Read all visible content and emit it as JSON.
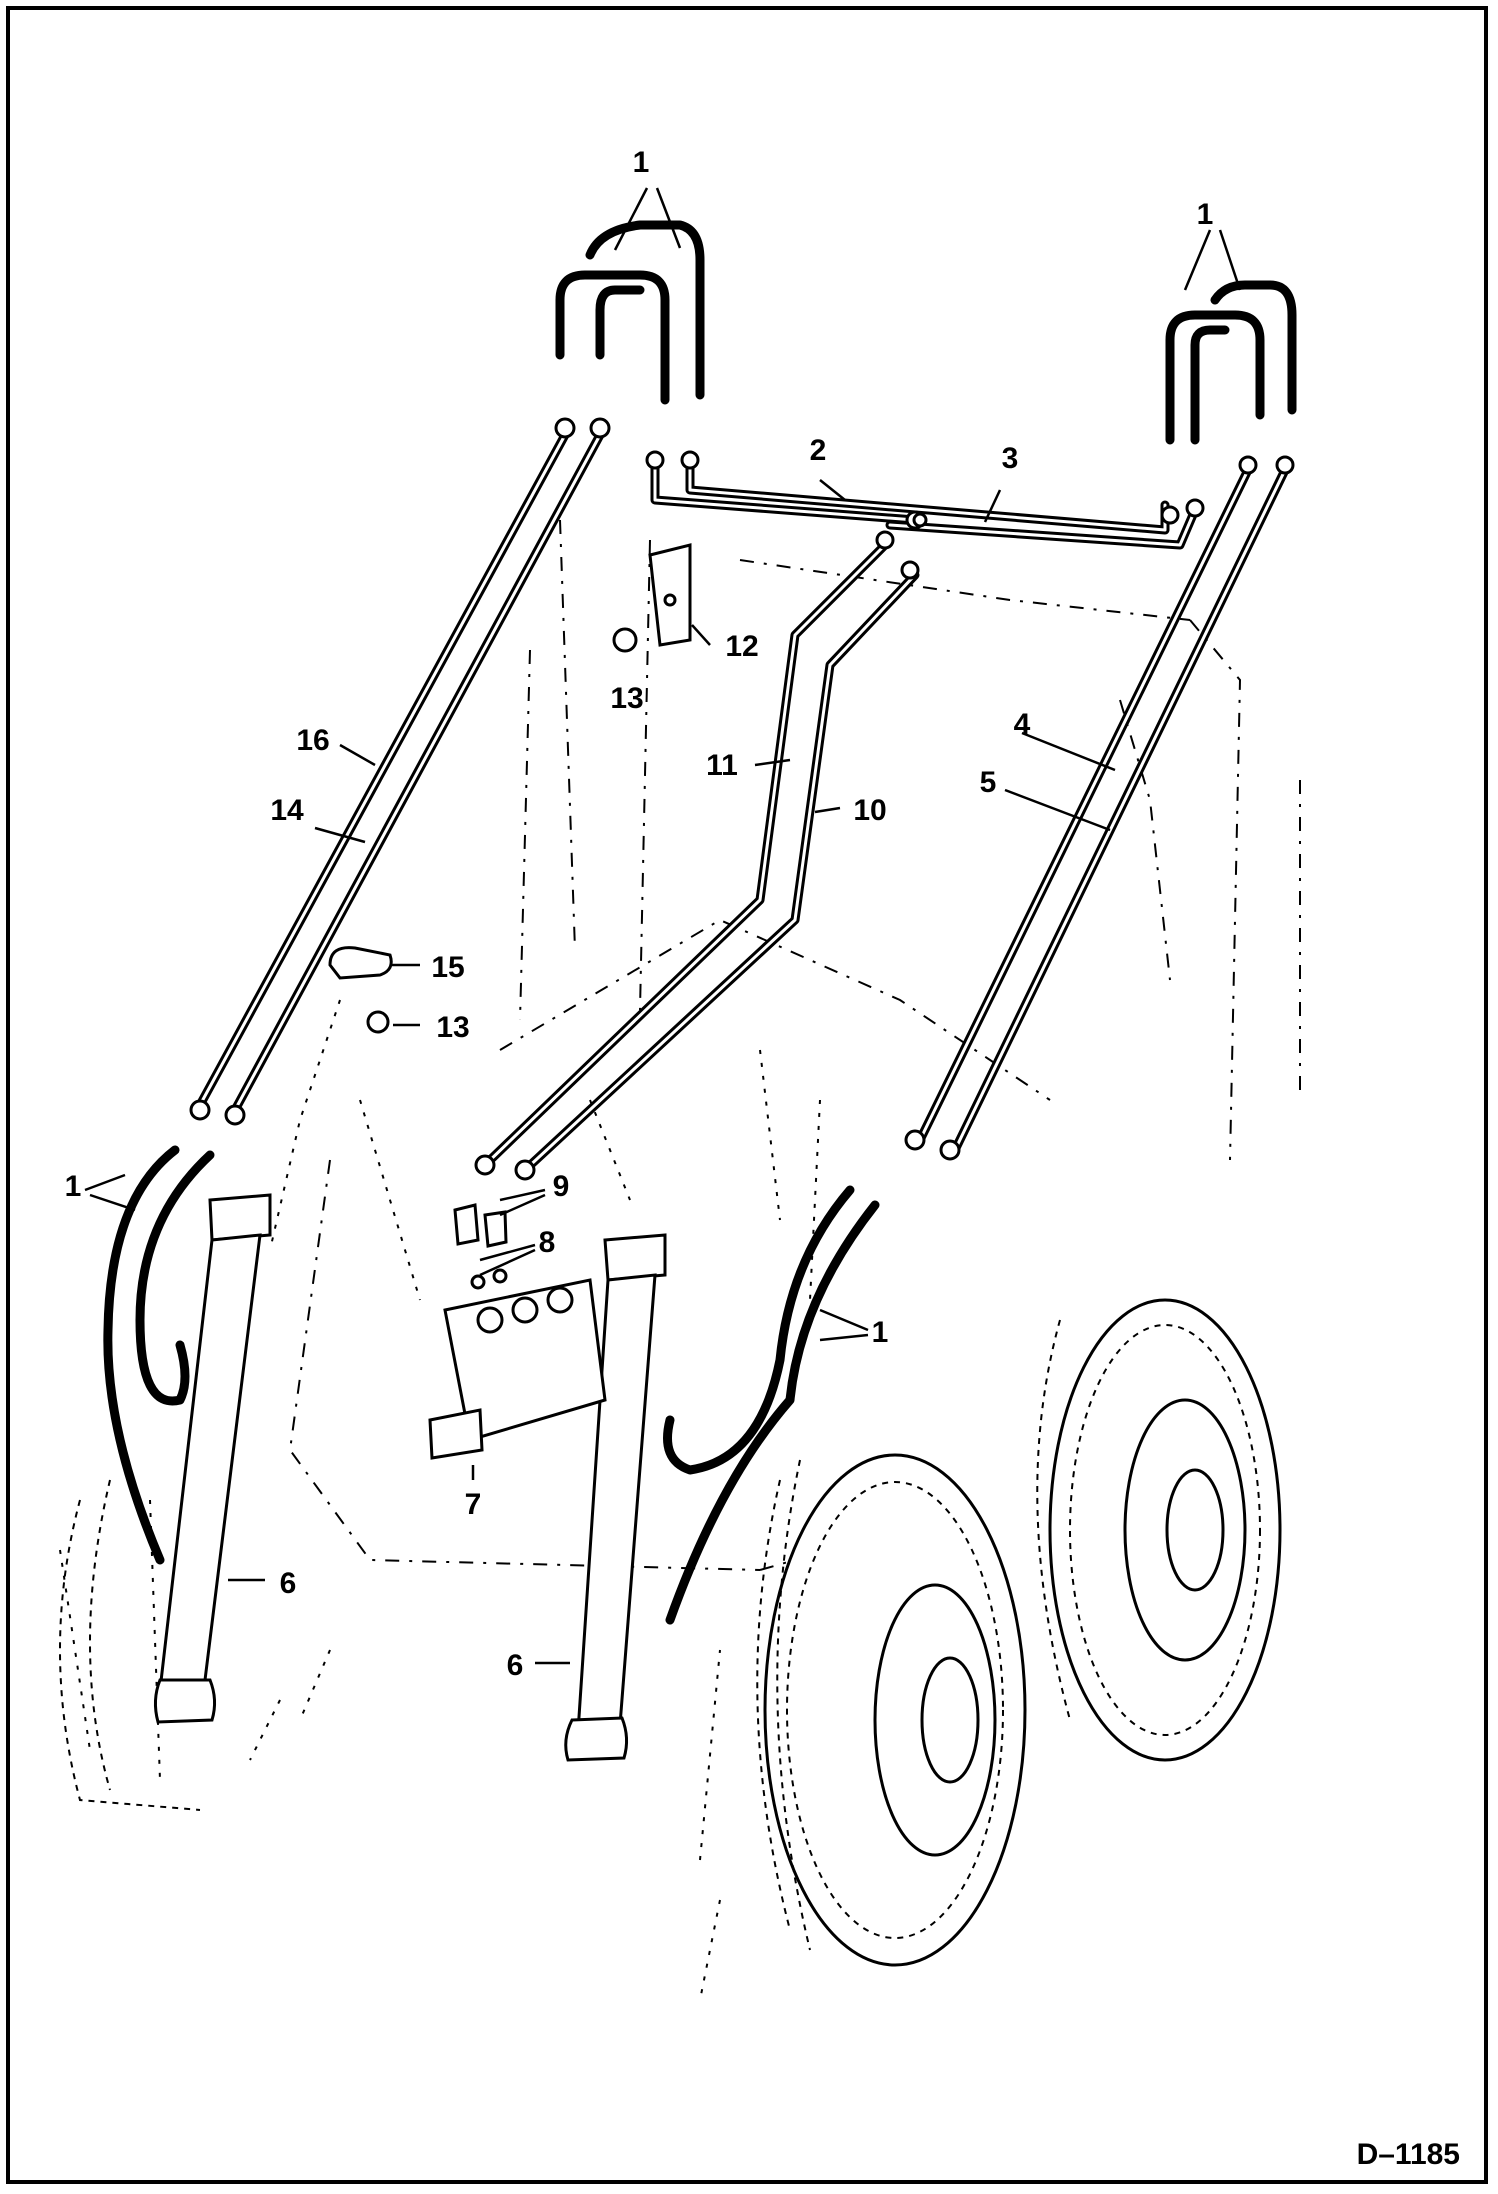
{
  "figure": {
    "document_number": "D–1185"
  },
  "callouts": [
    {
      "id": "c1-top-left",
      "text": "1"
    },
    {
      "id": "c1-top-right",
      "text": "1"
    },
    {
      "id": "c2",
      "text": "2"
    },
    {
      "id": "c3",
      "text": "3"
    },
    {
      "id": "c4",
      "text": "4"
    },
    {
      "id": "c5",
      "text": "5"
    },
    {
      "id": "c12",
      "text": "12"
    },
    {
      "id": "c13-upper",
      "text": "13"
    },
    {
      "id": "c16",
      "text": "16"
    },
    {
      "id": "c14",
      "text": "14"
    },
    {
      "id": "c11",
      "text": "11"
    },
    {
      "id": "c10",
      "text": "10"
    },
    {
      "id": "c15",
      "text": "15"
    },
    {
      "id": "c13-lower",
      "text": "13"
    },
    {
      "id": "c1-left",
      "text": "1"
    },
    {
      "id": "c9",
      "text": "9"
    },
    {
      "id": "c8",
      "text": "8"
    },
    {
      "id": "c1-right",
      "text": "1"
    },
    {
      "id": "c7",
      "text": "7"
    },
    {
      "id": "c6-left",
      "text": "6"
    },
    {
      "id": "c6-right",
      "text": "6"
    }
  ]
}
